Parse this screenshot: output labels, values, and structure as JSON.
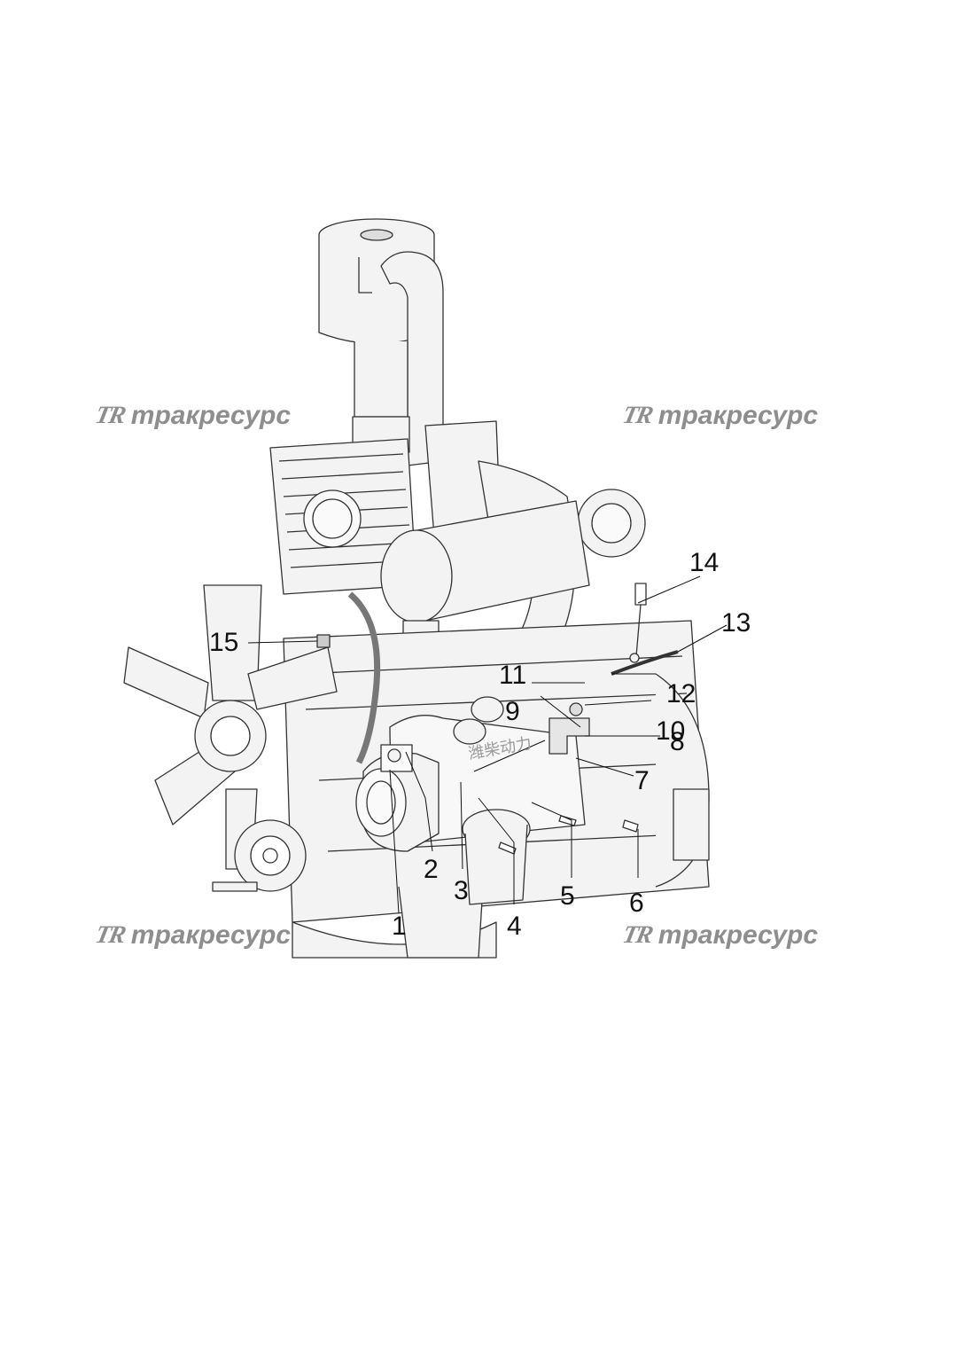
{
  "watermark": {
    "logo": "TR",
    "text": "тракресурс"
  },
  "engine_plate_text": "潍柴动力",
  "callouts": {
    "c1": "1",
    "c2": "2",
    "c3": "3",
    "c4": "4",
    "c5": "5",
    "c6": "6",
    "c7": "7",
    "c8": "8",
    "c9": "9",
    "c10": "10",
    "c11": "11",
    "c12": "12",
    "c13": "13",
    "c14": "14",
    "c15": "15"
  },
  "colors": {
    "line": "#222222",
    "fill": "#f2f2f2",
    "watermark": "#8e8e8e"
  }
}
